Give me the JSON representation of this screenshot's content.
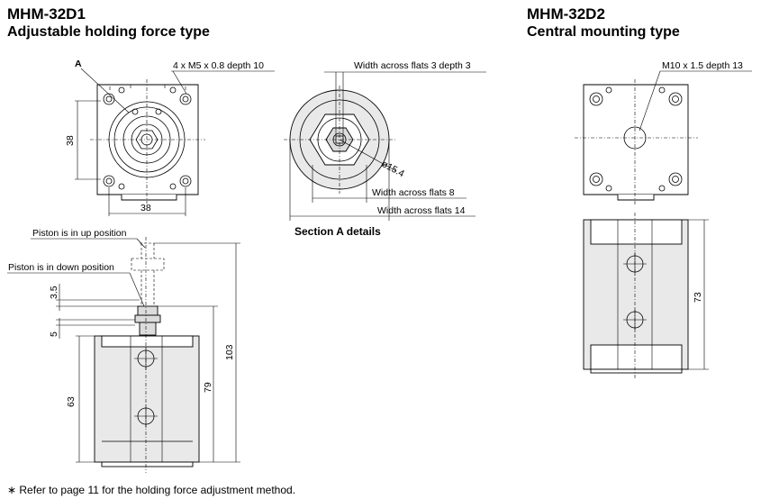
{
  "left": {
    "model": "MHM-32D1",
    "subtitle": "Adjustable holding force type",
    "callout_a": "A",
    "holes_note": "4 x M5 x 0.8 depth 10",
    "dim_height_top": "38",
    "dim_width_top": "38",
    "piston_up": "Piston is in up position",
    "piston_down": "Piston is in down position",
    "dim_35": "3.5",
    "dim_5": "5",
    "dim_63": "63",
    "dim_79": "79",
    "dim_103": "103"
  },
  "section": {
    "flats3": "Width across flats 3 depth 3",
    "dia": "ø15.4",
    "flats8": "Width across flats 8",
    "flats14": "Width across flats 14",
    "title": "Section A details"
  },
  "right": {
    "model": "MHM-32D2",
    "subtitle": "Central mounting type",
    "thread_note": "M10 x 1.5 depth 13",
    "dim_73": "73"
  },
  "footnote": "∗  Refer to page 11 for the holding force adjustment method."
}
